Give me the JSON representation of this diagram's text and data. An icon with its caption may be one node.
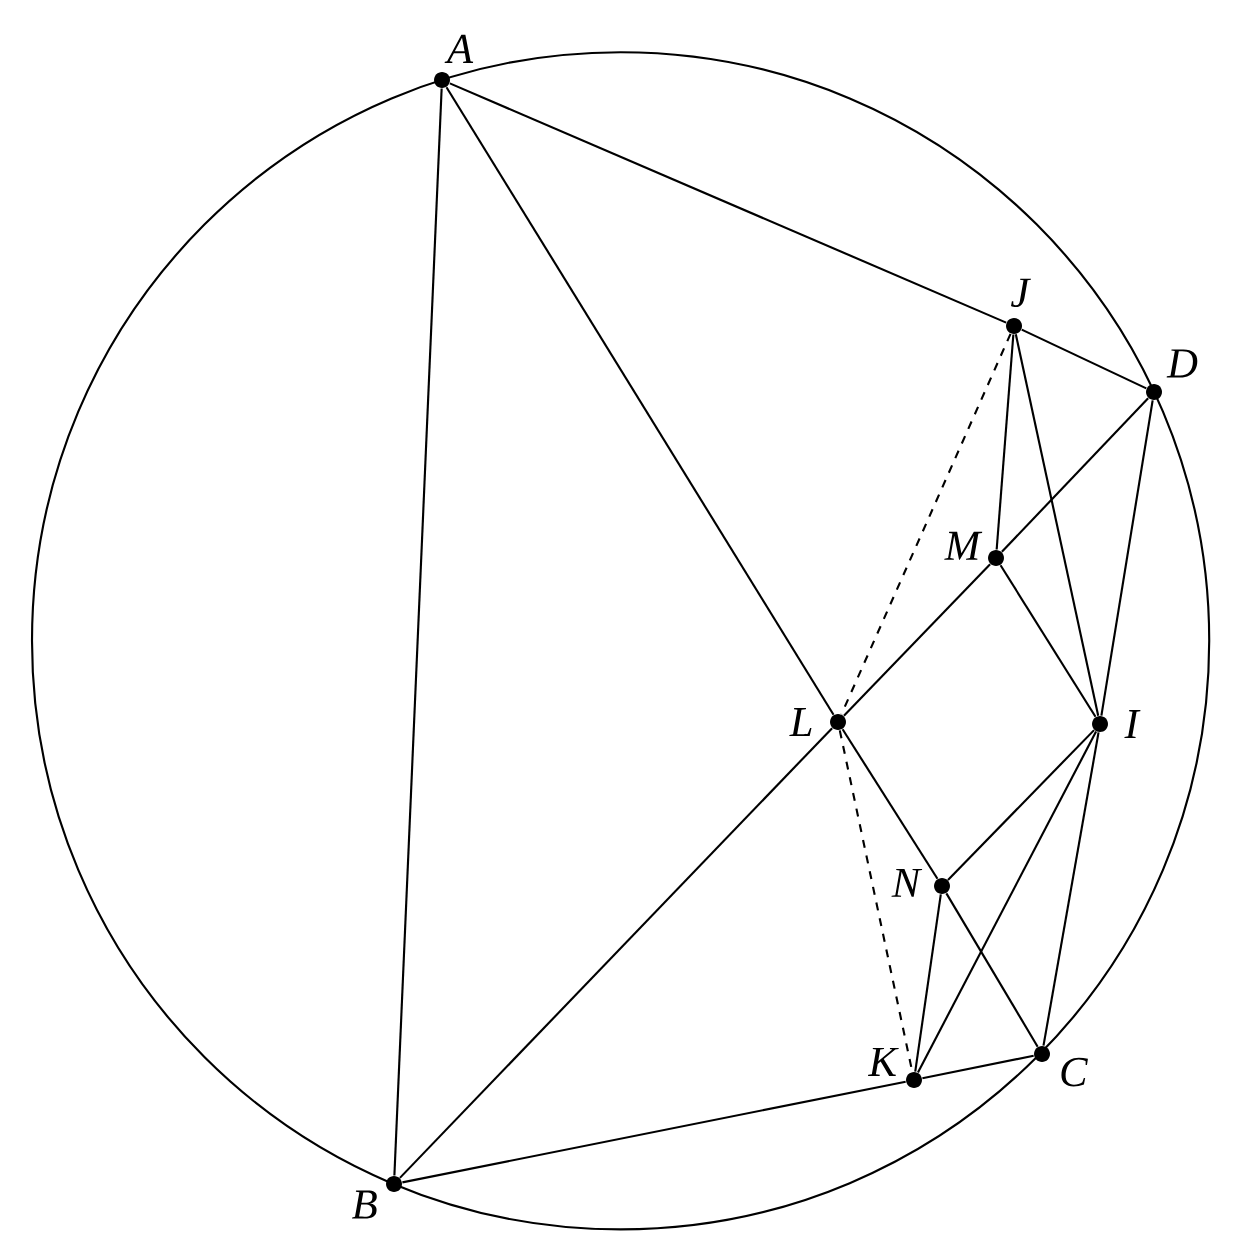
{
  "diagram": {
    "nodes": [
      {
        "text": [
          "A"
        ]
      },
      {
        "text": [
          "B"
        ]
      },
      {
        "text": [
          "C"
        ]
      },
      {
        "text": [
          "D"
        ]
      },
      {
        "text": [
          "J"
        ]
      },
      {
        "text": [
          "M"
        ]
      },
      {
        "text": [
          "L"
        ]
      },
      {
        "text": [
          "I"
        ]
      },
      {
        "text": [
          "N"
        ]
      },
      {
        "text": [
          "K"
        ]
      }
    ],
    "edges": [
      {
        "from": 0,
        "to": 1,
        "arrow": "none"
      },
      {
        "from": 0,
        "to": 4,
        "arrow": "none"
      },
      {
        "from": 4,
        "to": 3,
        "arrow": "none"
      },
      {
        "from": 0,
        "to": 6,
        "arrow": "none"
      },
      {
        "from": 6,
        "to": 8,
        "arrow": "none"
      },
      {
        "from": 8,
        "to": 2,
        "arrow": "none"
      },
      {
        "from": 1,
        "to": 6,
        "arrow": "none"
      },
      {
        "from": 6,
        "to": 5,
        "arrow": "none"
      },
      {
        "from": 5,
        "to": 3,
        "arrow": "none"
      },
      {
        "from": 1,
        "to": 9,
        "arrow": "none"
      },
      {
        "from": 9,
        "to": 2,
        "arrow": "none"
      },
      {
        "from": 3,
        "to": 7,
        "arrow": "none"
      },
      {
        "from": 7,
        "to": 2,
        "arrow": "none"
      },
      {
        "from": 4,
        "to": 5,
        "arrow": "none"
      },
      {
        "from": 4,
        "to": 7,
        "arrow": "none"
      },
      {
        "from": 5,
        "to": 7,
        "arrow": "none"
      },
      {
        "from": 7,
        "to": 8,
        "arrow": "none"
      },
      {
        "from": 7,
        "to": 9,
        "arrow": "none"
      },
      {
        "from": 8,
        "to": 9,
        "arrow": "none"
      },
      {
        "from": 4,
        "to": 6,
        "arrow": "none",
        "style": "dashed"
      },
      {
        "from": 6,
        "to": 9,
        "arrow": "none",
        "style": "dashed"
      }
    ]
  }
}
